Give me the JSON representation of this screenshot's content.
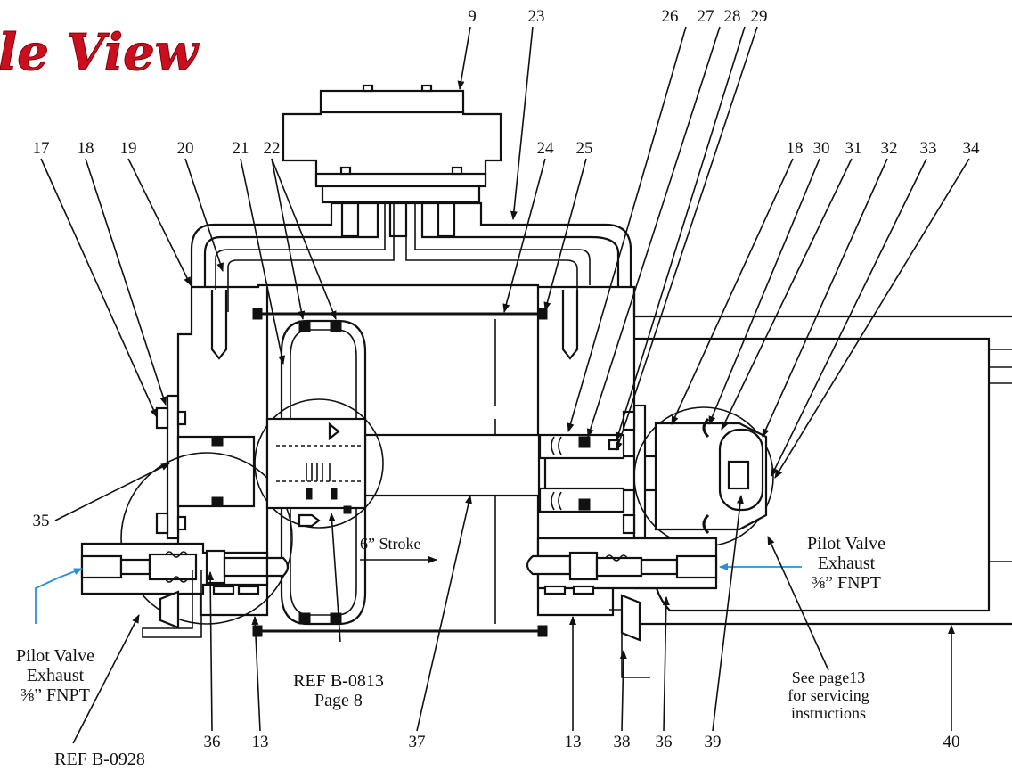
{
  "title": {
    "text": "le View",
    "color": "#cc0f1f"
  },
  "callouts": {
    "n9": "9",
    "n23": "23",
    "n26": "26",
    "n27": "27",
    "n28": "28",
    "n29": "29",
    "n17": "17",
    "n18a": "18",
    "n19": "19",
    "n20": "20",
    "n21": "21",
    "n22": "22",
    "n24": "24",
    "n25": "25",
    "n18b": "18",
    "n30": "30",
    "n31": "31",
    "n32": "32",
    "n33": "33",
    "n34": "34",
    "n35": "35",
    "n36a": "36",
    "n13a": "13",
    "n37": "37",
    "n13b": "13",
    "n38": "38",
    "n36b": "36",
    "n39": "39",
    "n40": "40"
  },
  "labels": {
    "stroke": "6” Stroke",
    "ref_b0813_line1": "REF B-0813",
    "ref_b0813_line2": "Page 8",
    "ref_b0928": "REF B-0928",
    "pilot_left_line1": "Pilot Valve",
    "pilot_left_line2": "Exhaust",
    "pilot_left_line3": "⅜” FNPT",
    "pilot_right_line1": "Pilot Valve",
    "pilot_right_line2": "Exhaust",
    "pilot_right_line3": "⅜” FNPT",
    "service_line1": "See page13",
    "service_line2": "for servicing",
    "service_line3": "instructions"
  },
  "colors": {
    "line": "#111111",
    "accent_blue": "#2a8fd6",
    "title_red": "#cc0f1f"
  }
}
